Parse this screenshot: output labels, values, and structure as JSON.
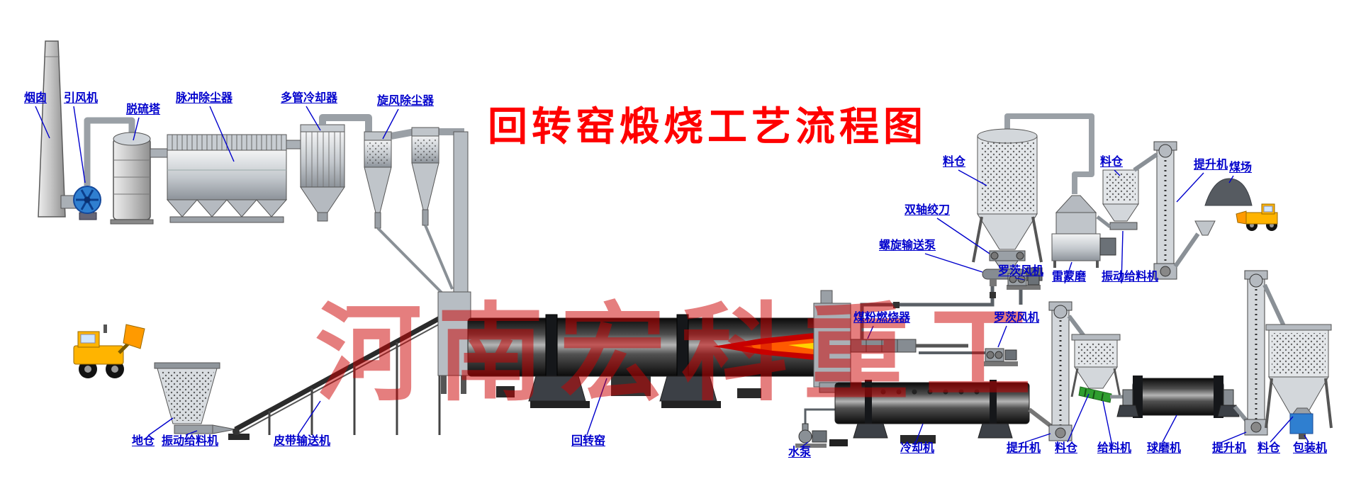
{
  "title": "回转窑煅烧工艺流程图",
  "watermark": "河南宏科重工",
  "labels": {
    "chimney": "烟囱",
    "fan": "引风机",
    "desulfurization_tower": "脱硫塔",
    "pulse_dust_collector": "脉冲除尘器",
    "multi_tube_cooler": "多管冷却器",
    "cyclone_dust_collector": "旋风除尘器",
    "silo_coal_top": "料仓",
    "double_shaft_auger": "双轴绞刀",
    "screw_conveyor_pump": "螺旋输送泵",
    "roots_blower_top": "罗茨风机",
    "raymond_mill": "雷蒙磨",
    "vibrating_feeder_top": "振动给料机",
    "silo_top_right": "料仓",
    "elevator_top": "提升机",
    "coal_yard": "煤场",
    "ground_silo": "地仓",
    "vibrating_feeder_bottom": "振动给料机",
    "belt_conveyor": "皮带输送机",
    "rotary_kiln": "回转窑",
    "coal_burner": "煤粉燃烧器",
    "roots_blower_mid": "罗茨风机",
    "water_pump": "水泵",
    "cooler": "冷却机",
    "elevator_mid": "提升机",
    "silo_mid": "料仓",
    "feeder": "给料机",
    "ball_mill": "球磨机",
    "elevator_right": "提升机",
    "silo_right": "料仓",
    "packing_machine": "包装机"
  }
}
